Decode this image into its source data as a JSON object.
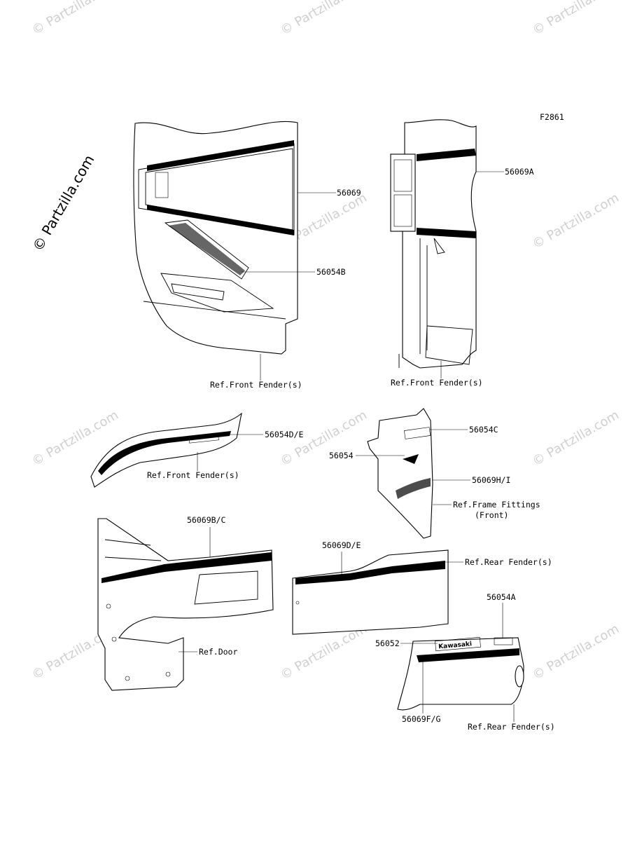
{
  "figure_code": "F2861",
  "watermark": {
    "text": "© Partzilla.com",
    "main_text": "© Partzilla.com"
  },
  "labels": {
    "p56069": "56069",
    "p56069A": "56069A",
    "p56054B": "56054B",
    "ref_front_fender_1": "Ref.Front Fender(s)",
    "ref_front_fender_2": "Ref.Front Fender(s)",
    "p56054DE": "56054D/E",
    "ref_front_fender_3": "Ref.Front Fender(s)",
    "p56054C": "56054C",
    "p56054": "56054",
    "p56069HI": "56069H/I",
    "ref_frame_fittings_1": "Ref.Frame Fittings",
    "ref_frame_fittings_2": "(Front)",
    "p56069BC": "56069B/C",
    "p56069DE": "56069D/E",
    "ref_rear_fender_1": "Ref.Rear Fender(s)",
    "ref_door": "Ref.Door",
    "p56054A": "56054A",
    "p56052": "56052",
    "p56069FG": "56069F/G",
    "ref_rear_fender_2": "Ref.Rear Fender(s)"
  },
  "decal_text": {
    "kawasaki": "Kawasaki"
  }
}
